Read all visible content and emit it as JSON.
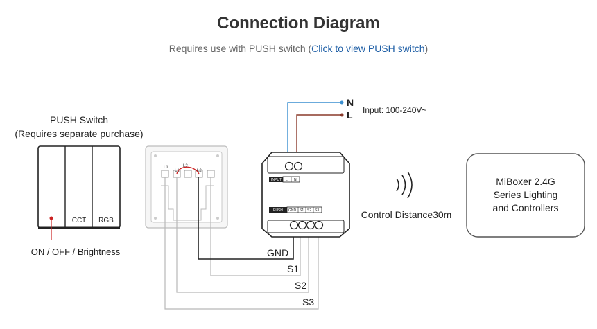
{
  "header": {
    "title": "Connection Diagram",
    "subtitle_prefix": "Requires use with PUSH switch (",
    "subtitle_link": "Click to view PUSH switch",
    "subtitle_suffix": ")"
  },
  "push_switch": {
    "title": "PUSH Switch",
    "note": "(Requires separate purchase)",
    "keys": [
      "",
      "CCT",
      "RGB"
    ],
    "caption": "ON / OFF / Brightness"
  },
  "wall_plate": {
    "terminals": [
      "L1",
      "L2",
      "L1",
      "L2"
    ]
  },
  "receiver": {
    "input_label": "INPUT",
    "input_terminals": [
      "L",
      "N"
    ],
    "push_label": "PUSH",
    "push_terminals": [
      "GND",
      "S1",
      "S2",
      "S3"
    ]
  },
  "power": {
    "n_label": "N",
    "l_label": "L",
    "input_text": "Input: 100-240V~"
  },
  "wires": [
    "GND",
    "S1",
    "S2",
    "S3"
  ],
  "wireless": {
    "distance_text": "Control Distance30m"
  },
  "controller_box": {
    "lines": [
      "MiBoxer 2.4G",
      "Series Lighting",
      "and Controllers"
    ]
  },
  "colors": {
    "n_wire": "#3a8fd0",
    "l_wire": "#8a3a2a",
    "gnd_wire": "#222222",
    "signal_wire": "#b8b8b8",
    "marker_red": "#cc2222"
  }
}
